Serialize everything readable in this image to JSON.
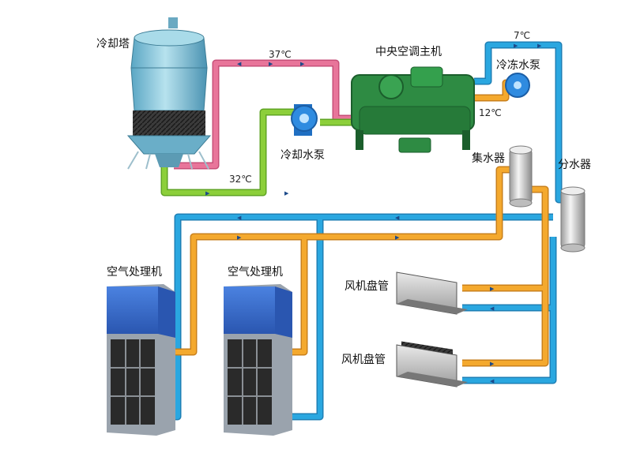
{
  "labels": {
    "cooling_tower": "冷却塔",
    "chiller": "中央空调主机",
    "cooling_pump": "冷却水泵",
    "chilled_pump": "冷冻水泵",
    "collector": "集水器",
    "distributor": "分水器",
    "ahu_1": "空气处理机",
    "ahu_2": "空气处理机",
    "fcu_1": "风机盘管",
    "fcu_2": "风机盘管"
  },
  "temps": {
    "cooling_hot": "37℃",
    "cooling_cold": "32℃",
    "chilled_supply": "7℃",
    "chilled_return": "12℃"
  },
  "colors": {
    "cooling_hot_pipe": "#e8759a",
    "cooling_cold_pipe": "#8ccf3a",
    "chilled_supply_pipe": "#2aa7e0",
    "chilled_return_pipe": "#f4a92e",
    "chiller_body": "#2e8b43",
    "tower_body": "#8fc9dc",
    "ahu_top": "#3a6fd0"
  },
  "icons": {
    "cooling_tower": "cooling-tower-icon",
    "chiller": "chiller-icon",
    "pump": "pump-icon",
    "header": "header-tank-icon",
    "ahu": "air-handler-icon",
    "fcu": "fan-coil-icon"
  }
}
